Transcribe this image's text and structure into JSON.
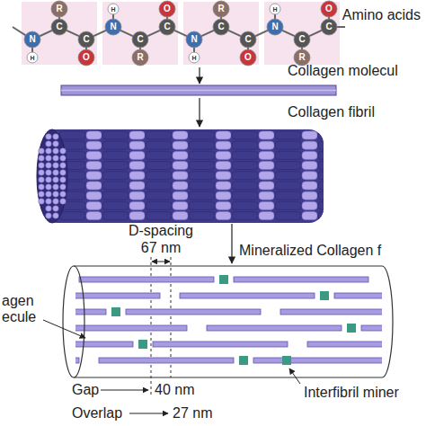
{
  "diagram": {
    "nodes": [
      {
        "text": [
          "Amino acids"
        ]
      },
      {
        "text": [
          "Collagen molecul"
        ]
      },
      {
        "text": [
          "Collagen fibril"
        ]
      },
      {
        "text": [
          "Mineralized Collagen f"
        ]
      }
    ],
    "edges": [
      {
        "from": 0,
        "to": 1,
        "arrow": "to"
      },
      {
        "from": 1,
        "to": 2,
        "arrow": "to"
      },
      {
        "from": 2,
        "to": 3,
        "arrow": "to"
      }
    ],
    "labels": [
      "N",
      "H",
      "C",
      "R",
      "C",
      "O",
      "N",
      "H",
      "C",
      "R",
      "C",
      "O",
      "N",
      "H",
      "C",
      "R",
      "C",
      "O",
      "N",
      "H",
      "C",
      "R",
      "C",
      "O",
      "D-spacing",
      "67 nm",
      "agen",
      "ecule",
      "Gap",
      "40 nm",
      "Overlap",
      "27 nm",
      "Interfibril miner"
    ]
  }
}
